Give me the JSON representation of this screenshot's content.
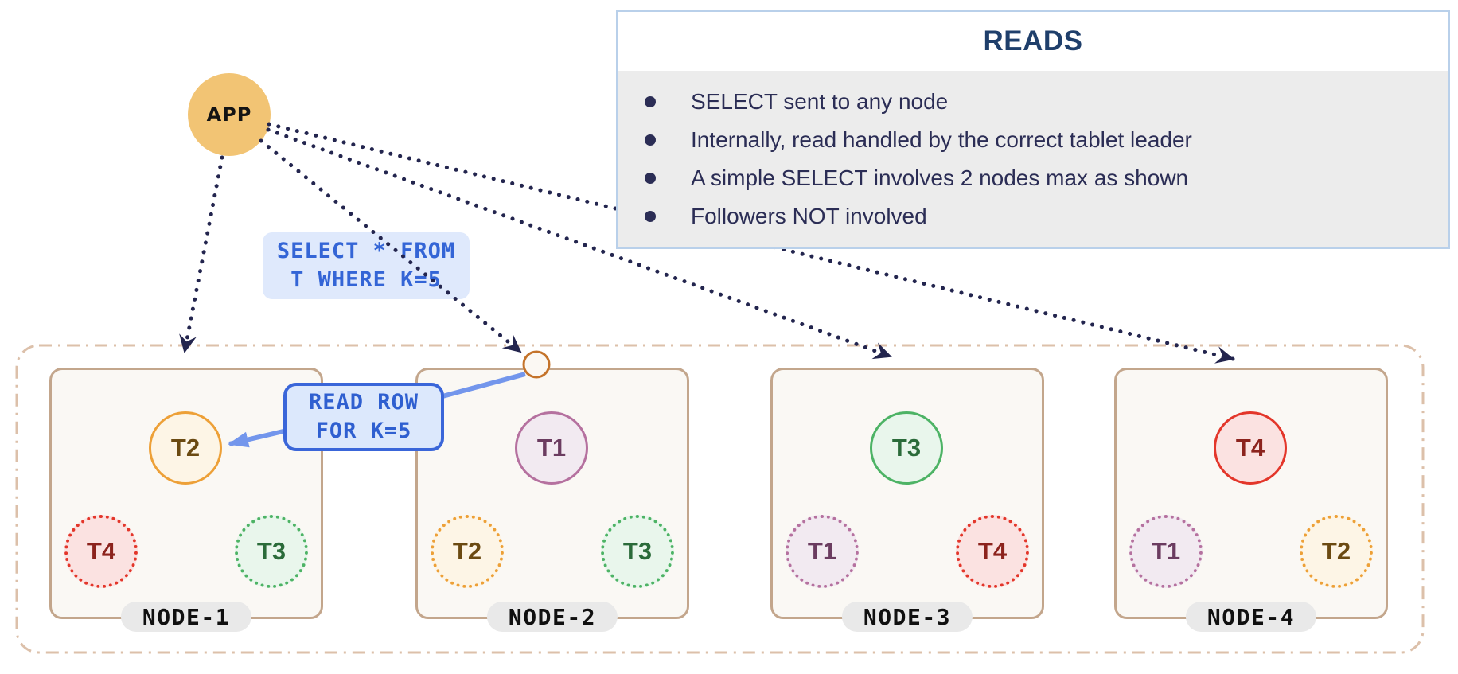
{
  "app_node": {
    "label": "APP"
  },
  "reads_panel": {
    "title": "READS",
    "bullets": [
      "SELECT sent to any node",
      "Internally, read handled by the correct tablet leader",
      "A simple SELECT involves 2 nodes max as shown",
      "Followers NOT involved"
    ]
  },
  "query_label": {
    "line1": "SELECT * FROM",
    "line2": "T WHERE K=5"
  },
  "read_row_label": {
    "line1": "READ ROW",
    "line2": "FOR K=5"
  },
  "nodes": [
    {
      "label": "NODE-1",
      "leader": {
        "label": "T2"
      },
      "followers": [
        {
          "label": "T4"
        },
        {
          "label": "T3"
        }
      ]
    },
    {
      "label": "NODE-2",
      "leader": {
        "label": "T1"
      },
      "followers": [
        {
          "label": "T2"
        },
        {
          "label": "T3"
        }
      ]
    },
    {
      "label": "NODE-3",
      "leader": {
        "label": "T3"
      },
      "followers": [
        {
          "label": "T1"
        },
        {
          "label": "T4"
        }
      ]
    },
    {
      "label": "NODE-4",
      "leader": {
        "label": "T4"
      },
      "followers": [
        {
          "label": "T1"
        },
        {
          "label": "T2"
        }
      ]
    }
  ],
  "colors": {
    "app_fill": "#f2c474",
    "dotted_arrow": "#23254e",
    "blue_arrow": "#7396ec",
    "code_text": "#3465d6",
    "code_bg": "#dfe9fc",
    "read_row_border": "#3a66d9",
    "node_border": "#c3a68c",
    "node_fill": "#faf8f4",
    "outer_boundary": "#dcc0aa",
    "pill_bg": "#e9e9e9",
    "reads_border": "#b9d0ea",
    "reads_body_bg": "#ececec",
    "reads_title_text": "#1f3f6b",
    "reads_body_text": "#2b2d55",
    "entry_circle_border": "#c4732a",
    "tablet_t1": {
      "border": "#b5719f",
      "fill": "#f2eaf1",
      "text": "#6b3c60"
    },
    "tablet_t2": {
      "border": "#eda037",
      "fill": "#fdf5e6",
      "text": "#6b4a12"
    },
    "tablet_t3": {
      "border": "#4db365",
      "fill": "#e9f6ec",
      "text": "#2b6b3a"
    },
    "tablet_t4": {
      "border": "#e3362a",
      "fill": "#fbe2e1",
      "text": "#8c231d"
    }
  }
}
